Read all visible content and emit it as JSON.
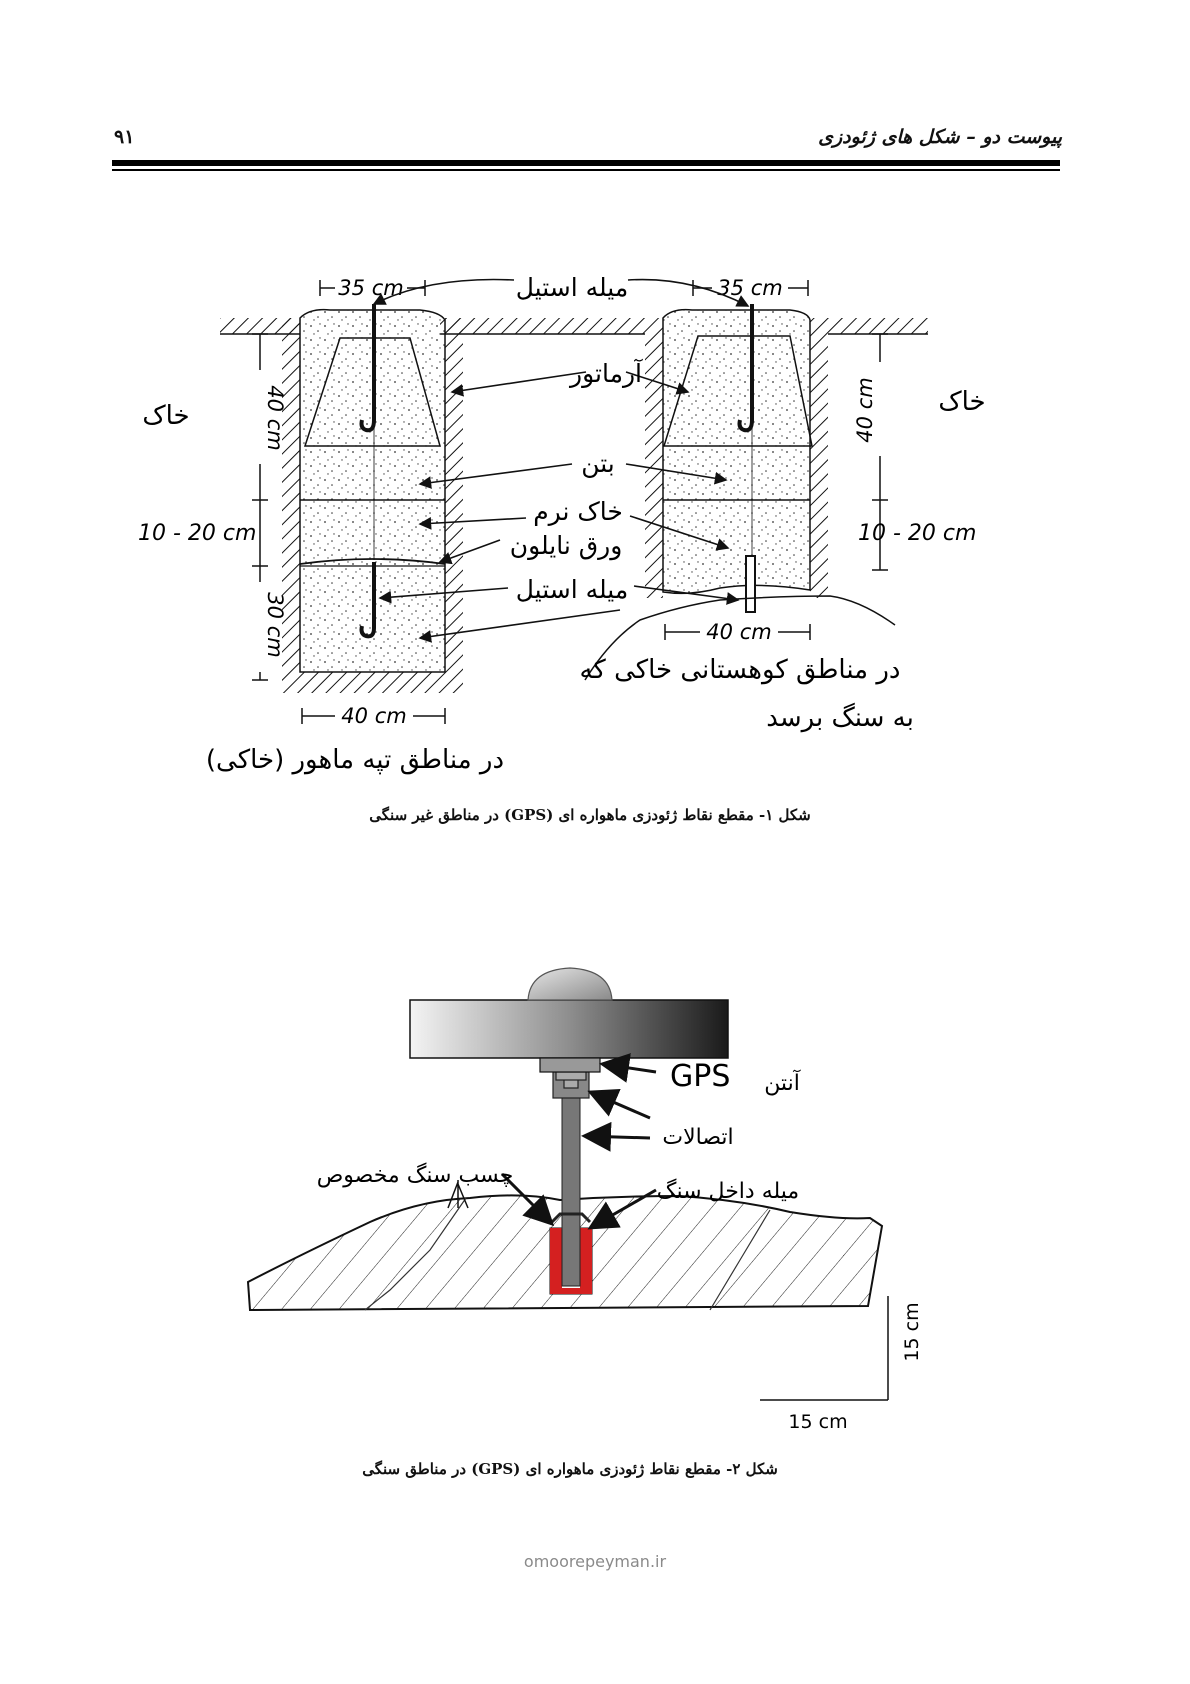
{
  "header": {
    "title": "پیوست دو – شکل های ژئودزی",
    "page_number": "۹۱"
  },
  "figure1": {
    "labels": {
      "width_top": "35 cm",
      "width_bottom": "40 cm",
      "depth_40": "40 cm",
      "depth_10_20": "10 - 20 cm",
      "depth_30": "30 cm",
      "steel_rod": "میله استیل",
      "rebar": "آرماتور",
      "concrete": "بتن",
      "soft_soil": "خاک نرم",
      "nylon_sheet": "ورق نایلون",
      "soil": "خاک",
      "hilly_region": "در مناطق تپه ماهور (خاکی)",
      "mountain_region_1": "در مناطق کوهستانی خاکی که",
      "mountain_region_2": "به سنگ برسد"
    },
    "caption": "شکل ۱-  مقطع نقاط ژئودزی ماهواره ای (GPS) در مناطق غیر سنگی"
  },
  "figure2": {
    "labels": {
      "gps_antenna_word": "آنتن",
      "gps_antenna_gps": "GPS",
      "fittings": "اتصالات",
      "rock_glue": "چسب سنگ مخصوص",
      "rod_in_rock": "میله داخل سنگ",
      "dim_vertical": "15 cm",
      "dim_horizontal": "15 cm"
    },
    "caption": "شکل ۲-  مقطع نقاط ژئودزی ماهواره ای (GPS) در مناطق سنگی"
  },
  "watermark": "omoorepeyman.ir",
  "colors": {
    "glue": "#d42020",
    "line": "#111111"
  }
}
